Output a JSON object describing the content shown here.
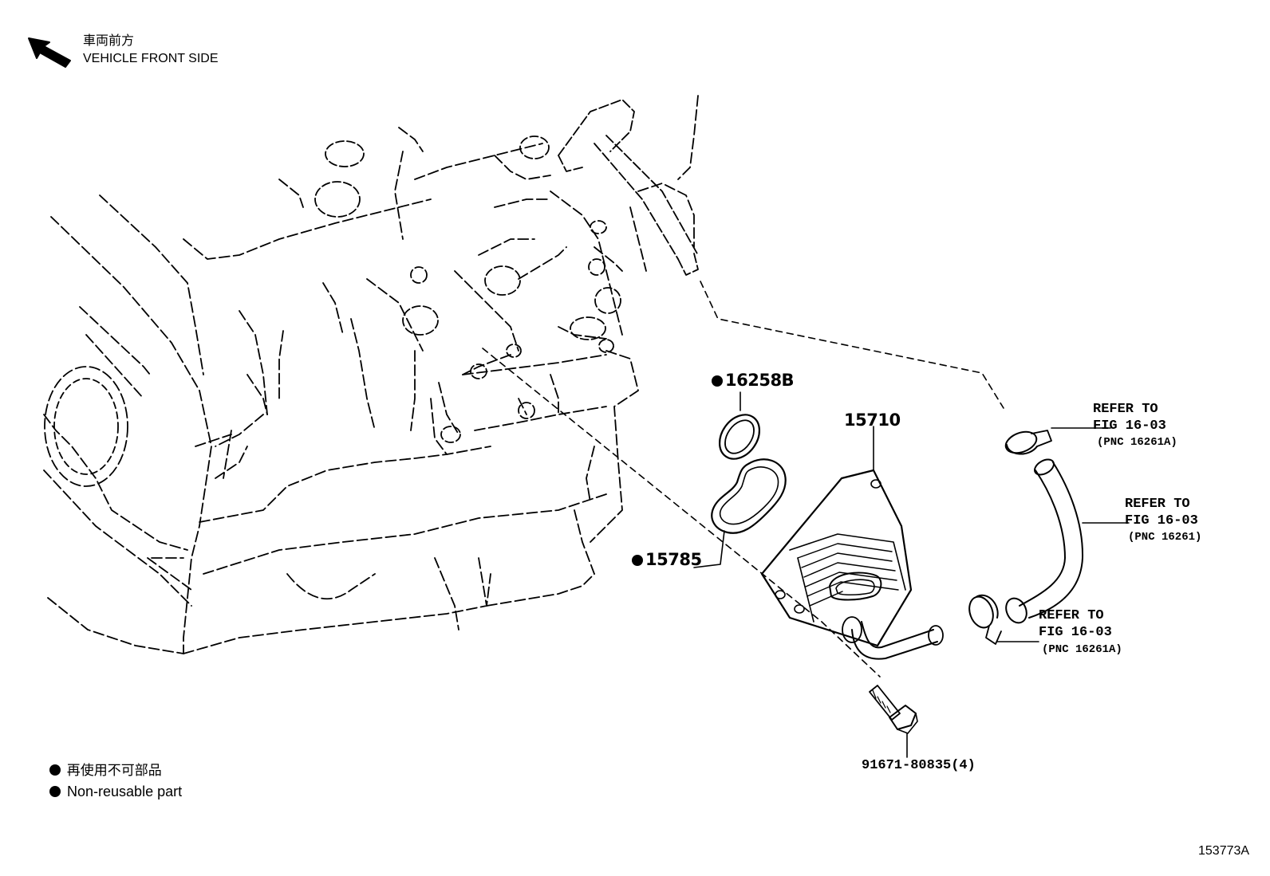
{
  "orientation": {
    "japanese": "車両前方",
    "english": "VEHICLE FRONT SIDE",
    "icon": "arrow-up-left-icon"
  },
  "parts": {
    "gasket_16258b": "16258B",
    "oil_cooler": "15710",
    "gasket_15785": "15785",
    "bolt": "91671-80835(4)"
  },
  "references": [
    {
      "line1": "REFER TO",
      "line2": "FIG 16-03",
      "line3": "(PNC 16261A)"
    },
    {
      "line1": "REFER TO",
      "line2": "FIG 16-03",
      "line3": "(PNC 16261)"
    },
    {
      "line1": "REFER TO",
      "line2": "FIG 16-03",
      "line3": "(PNC 16261A)"
    }
  ],
  "legend": {
    "japanese": "再使用不可部品",
    "english": "Non-reusable part",
    "icon": "filled-circle-icon"
  },
  "illustration_number": "153773A"
}
